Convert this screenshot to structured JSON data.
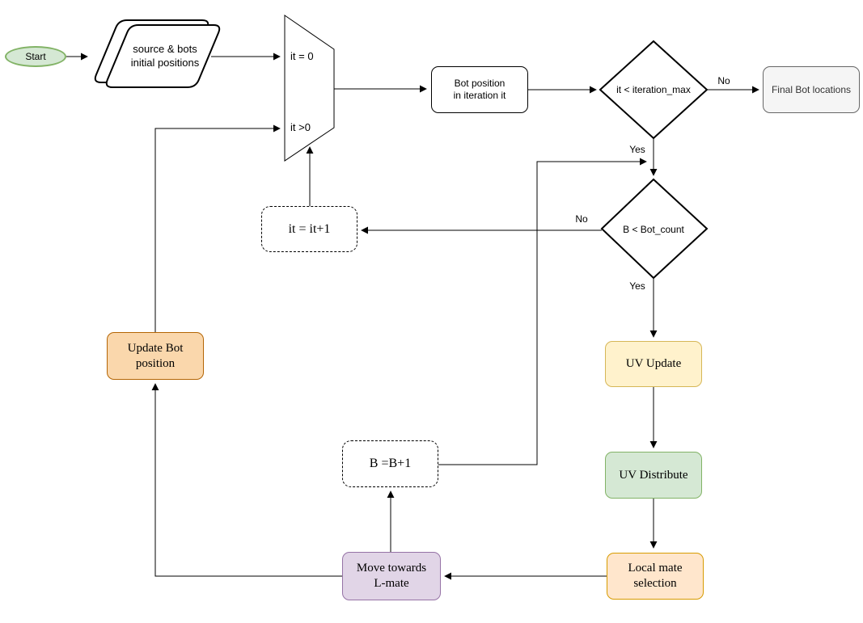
{
  "diagram": {
    "nodes": {
      "start": {
        "label": "Start",
        "fill": "#d5e8d4",
        "stroke": "#82b366",
        "shape": "ellipse"
      },
      "source_data": {
        "label": "source & bots\ninitial positions",
        "fill": "#ffffff",
        "stroke": "#000000",
        "shape": "stacked-card"
      },
      "iteration_switch": {
        "case_first": "it = 0",
        "case_repeat": "it >0",
        "fill": "#ffffff",
        "stroke": "#000000",
        "shape": "trapezoid-merge"
      },
      "bot_position": {
        "label": "Bot position\nin iteration it",
        "fill": "#ffffff",
        "stroke": "#000000",
        "shape": "rounded-rect"
      },
      "iteration_check": {
        "label": "it < iteration_max",
        "fill": "#ffffff",
        "stroke": "#000000",
        "shape": "diamond"
      },
      "final_locations": {
        "label": "Final Bot locations",
        "fill": "#f5f5f5",
        "stroke": "#666666",
        "text_color": "#333333",
        "shape": "rounded-rect"
      },
      "bot_check": {
        "label": "B < Bot_count",
        "fill": "#ffffff",
        "stroke": "#000000",
        "shape": "diamond"
      },
      "it_increment": {
        "label": "it = it+1",
        "fill": "#ffffff",
        "stroke": "#000000",
        "border_style": "dashed",
        "shape": "rounded-rect"
      },
      "uv_update": {
        "label": "UV Update",
        "fill": "#fff2cc",
        "stroke": "#d6b656",
        "shape": "rounded-rect"
      },
      "uv_distribute": {
        "label": "UV Distribute",
        "fill": "#d5e8d4",
        "stroke": "#82b366",
        "shape": "rounded-rect"
      },
      "local_mate_selection": {
        "label": "Local mate\nselection",
        "fill": "#ffe6cc",
        "stroke": "#d79b00",
        "shape": "rounded-rect"
      },
      "move_towards_lmate": {
        "label": "Move towards\nL-mate",
        "fill": "#e1d5e7",
        "stroke": "#9673a6",
        "shape": "rounded-rect"
      },
      "b_increment": {
        "label": "B =B+1",
        "fill": "#ffffff",
        "stroke": "#000000",
        "border_style": "dashed",
        "shape": "rounded-rect"
      },
      "update_bot_position": {
        "label": "Update Bot\nposition",
        "fill": "#fad7ac",
        "stroke": "#b46504",
        "shape": "rounded-rect"
      }
    },
    "edge_labels": {
      "iteration_check_no": "No",
      "iteration_check_yes": "Yes",
      "bot_check_no": "No",
      "bot_check_yes": "Yes"
    },
    "line_color": "#000000"
  }
}
